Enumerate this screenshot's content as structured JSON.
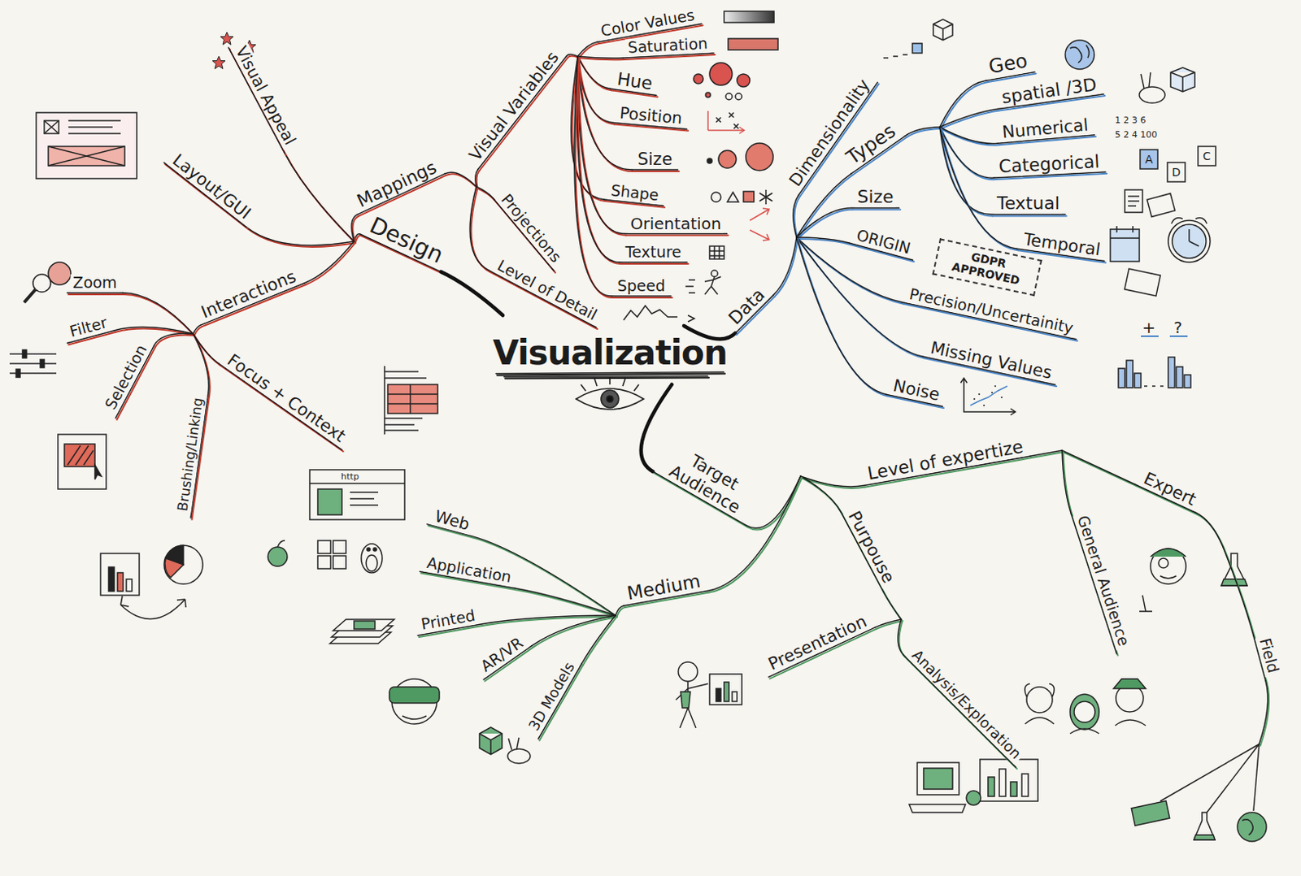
{
  "diagram": {
    "title": "Visualization",
    "nodes": [
      {
        "text": [
          "GDPR APPROVED"
        ]
      }
    ],
    "labels": [
      "Visual Appeal",
      "Layout/GUI",
      "Design",
      "Mappings",
      "Visual Variables",
      "Color Values",
      "Saturation",
      "Hue",
      "Position",
      "Size",
      "Shape",
      "Orientation",
      "Texture",
      "Speed",
      "Projections",
      "Level of Detail",
      "Interactions",
      "Zoom",
      "Filter",
      "Selection",
      "Brushing/Linking",
      "Focus + Context",
      "Dimensionality",
      "Types",
      "Data",
      "Geo",
      "spatial /3D",
      "Numerical",
      "Categorical",
      "Textual",
      "Temporal",
      "Size",
      "ORIGIN",
      "Precision/Uncertainity",
      "Missing Values",
      "Noise",
      "1 2 3 6",
      "5 2 4 100",
      "A",
      "D",
      "C",
      "+",
      "?",
      "Target Audience",
      "Level of expertize",
      "Expert",
      "General Audience",
      "Field",
      "Purpouse",
      "Presentation",
      "Analysis/Exploration",
      "Medium",
      "Web",
      "Application",
      "Printed",
      "AR/VR",
      "3D Models",
      "http"
    ]
  }
}
